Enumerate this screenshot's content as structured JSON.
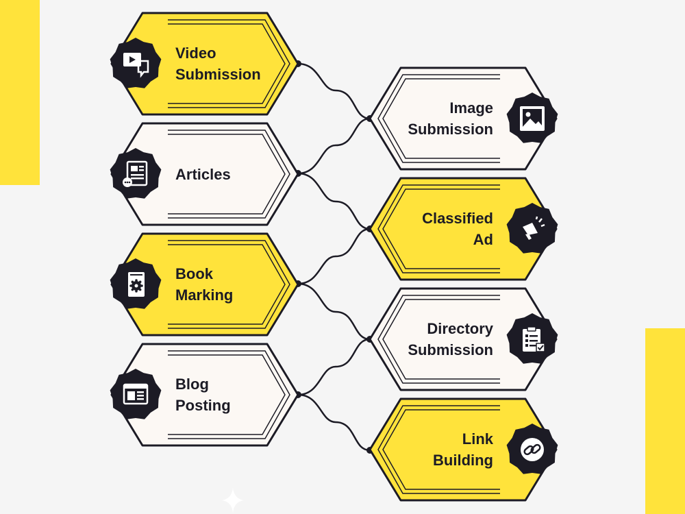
{
  "colors": {
    "background": "#f5f5f5",
    "accent_yellow": "#ffe33b",
    "card_cream": "#fcf8f4",
    "ink": "#1c1b25"
  },
  "left_items": [
    {
      "line1": "Video",
      "line2": "Submission",
      "fill": "yellow",
      "icon": "video-chat-icon"
    },
    {
      "line1": "Articles",
      "line2": "",
      "fill": "cream",
      "icon": "article-icon"
    },
    {
      "line1": "Book",
      "line2": "Marking",
      "fill": "yellow",
      "icon": "book-gear-icon"
    },
    {
      "line1": "Blog",
      "line2": "Posting",
      "fill": "cream",
      "icon": "browser-blog-icon"
    }
  ],
  "right_items": [
    {
      "line1": "Image",
      "line2": "Submission",
      "fill": "cream",
      "icon": "image-icon"
    },
    {
      "line1": "Classified",
      "line2": "Ad",
      "fill": "yellow",
      "icon": "megaphone-icon"
    },
    {
      "line1": "Directory",
      "line2": "Submission",
      "fill": "cream",
      "icon": "clipboard-list-icon"
    },
    {
      "line1": "Link",
      "line2": "Building",
      "fill": "yellow",
      "icon": "link-icon"
    }
  ]
}
